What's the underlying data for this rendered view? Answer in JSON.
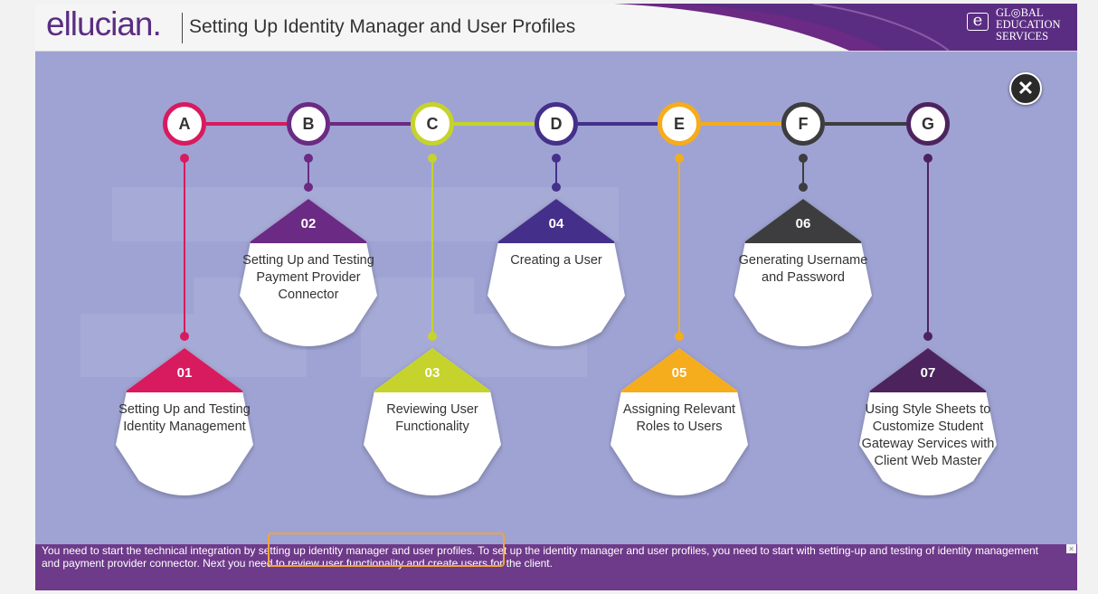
{
  "header": {
    "logo": "ellucian",
    "logo_dot": ".",
    "title": "Setting Up Identity Manager and User Profiles",
    "brand_badge": "e",
    "brand_line1": "GL◎BAL",
    "brand_line2": "EDUCATION",
    "brand_line3": "SERVICES"
  },
  "close_button": "✕",
  "steps": [
    {
      "letter": "A",
      "color": "#d81b5e"
    },
    {
      "letter": "B",
      "color": "#6b2a83"
    },
    {
      "letter": "C",
      "color": "#c5d32c"
    },
    {
      "letter": "D",
      "color": "#44308a"
    },
    {
      "letter": "E",
      "color": "#f5ac1d"
    },
    {
      "letter": "F",
      "color": "#3d3d3f"
    },
    {
      "letter": "G",
      "color": "#4c235d"
    }
  ],
  "cards": [
    {
      "num": "01",
      "label": "Setting Up and Testing Identity Management",
      "color": "#d81b5e"
    },
    {
      "num": "02",
      "label": "Setting Up and Testing Payment Provider Connector",
      "color": "#6b2a83"
    },
    {
      "num": "03",
      "label": "Reviewing User Functionality",
      "color": "#c5d32c"
    },
    {
      "num": "04",
      "label": "Creating a User",
      "color": "#44308a"
    },
    {
      "num": "05",
      "label": "Assigning Relevant Roles to Users",
      "color": "#f5ac1d"
    },
    {
      "num": "06",
      "label": "Generating Username and Password",
      "color": "#3d3d3f"
    },
    {
      "num": "07",
      "label": "Using Style Sheets to Customize Student Gateway Services with Client Web Master",
      "color": "#4c235d"
    }
  ],
  "caption": {
    "text": "You need to start the technical integration by setting up identity manager and user profiles. To set up the identity manager and user profiles, you need to start with setting-up and testing of identity management and payment provider connector. Next you need to review user functionality and create users for the client.",
    "close": "×",
    "highlight_color": "#f0a43a"
  },
  "colors": {
    "header_bg": "#f5f5f5",
    "stage_bg": "#9fa3d3",
    "caption_bg": "#6e3a8a",
    "brand_purple": "#5b2d82"
  }
}
